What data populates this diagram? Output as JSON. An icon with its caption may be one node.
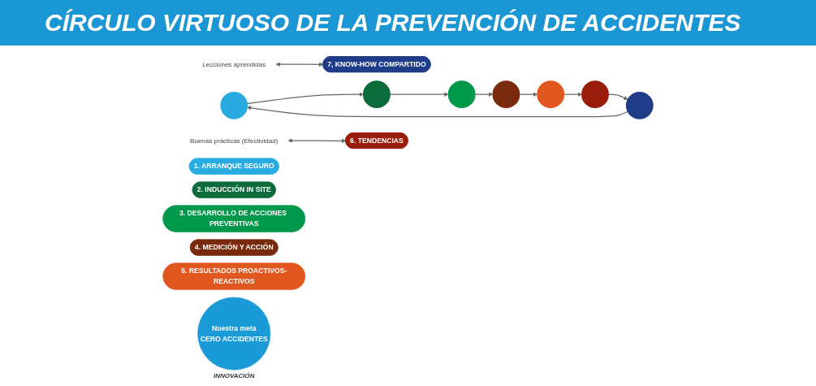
{
  "diagram": {
    "title": "CÍRCULO VIRTUOSO DE LA PREVENCIÓN DE ACCIDENTES",
    "nodes": [
      {
        "text": [
          "1. ARRANQUE SEGURO"
        ]
      },
      {
        "text": [],
        "shape": "circle"
      },
      {
        "text": [
          "2. INDUCCIÓN IN SITE"
        ]
      },
      {
        "text": [],
        "shape": "circle"
      },
      {
        "text": [
          "3. DESARROLLO DE ACCIONES PREVENTIVAS"
        ]
      },
      {
        "text": [],
        "shape": "circle"
      },
      {
        "text": [
          "4. MEDICIÓN Y ACCIÓN"
        ]
      },
      {
        "text": [],
        "shape": "circle"
      },
      {
        "text": [
          "5. RESULTADOS PROACTIVOS-REACTIVOS"
        ]
      },
      {
        "text": [],
        "shape": "circle"
      },
      {
        "text": [
          "6. TENDENCIAS"
        ]
      },
      {
        "text": [],
        "shape": "circle"
      },
      {
        "text": [
          "7, KNOW-HOW COMPARTIDO"
        ]
      },
      {
        "text": [],
        "shape": "circle"
      },
      {
        "text": [
          "Lecciones aprendidas"
        ]
      },
      {
        "text": [
          "Buenas prácticas (Efectividad)"
        ]
      },
      {
        "text": [
          "Nuestra meta",
          "CERO ACCIDENTES"
        ],
        "beside": [
          "INNOVACIÓN"
        ]
      }
    ],
    "edges": [
      {
        "from": 1,
        "to": 3,
        "arrow": "to"
      },
      {
        "from": 3,
        "to": 5,
        "arrow": "to"
      },
      {
        "from": 5,
        "to": 7,
        "arrow": "to"
      },
      {
        "from": 7,
        "to": 9,
        "arrow": "to"
      },
      {
        "from": 9,
        "to": 11,
        "arrow": "to"
      },
      {
        "from": 11,
        "to": 13,
        "arrow": "to"
      },
      {
        "from": 13,
        "to": 1,
        "arrow": "to"
      },
      {
        "from": 14,
        "to": 12,
        "arrow": "both"
      },
      {
        "from": 15,
        "to": 10,
        "arrow": "both"
      }
    ]
  }
}
